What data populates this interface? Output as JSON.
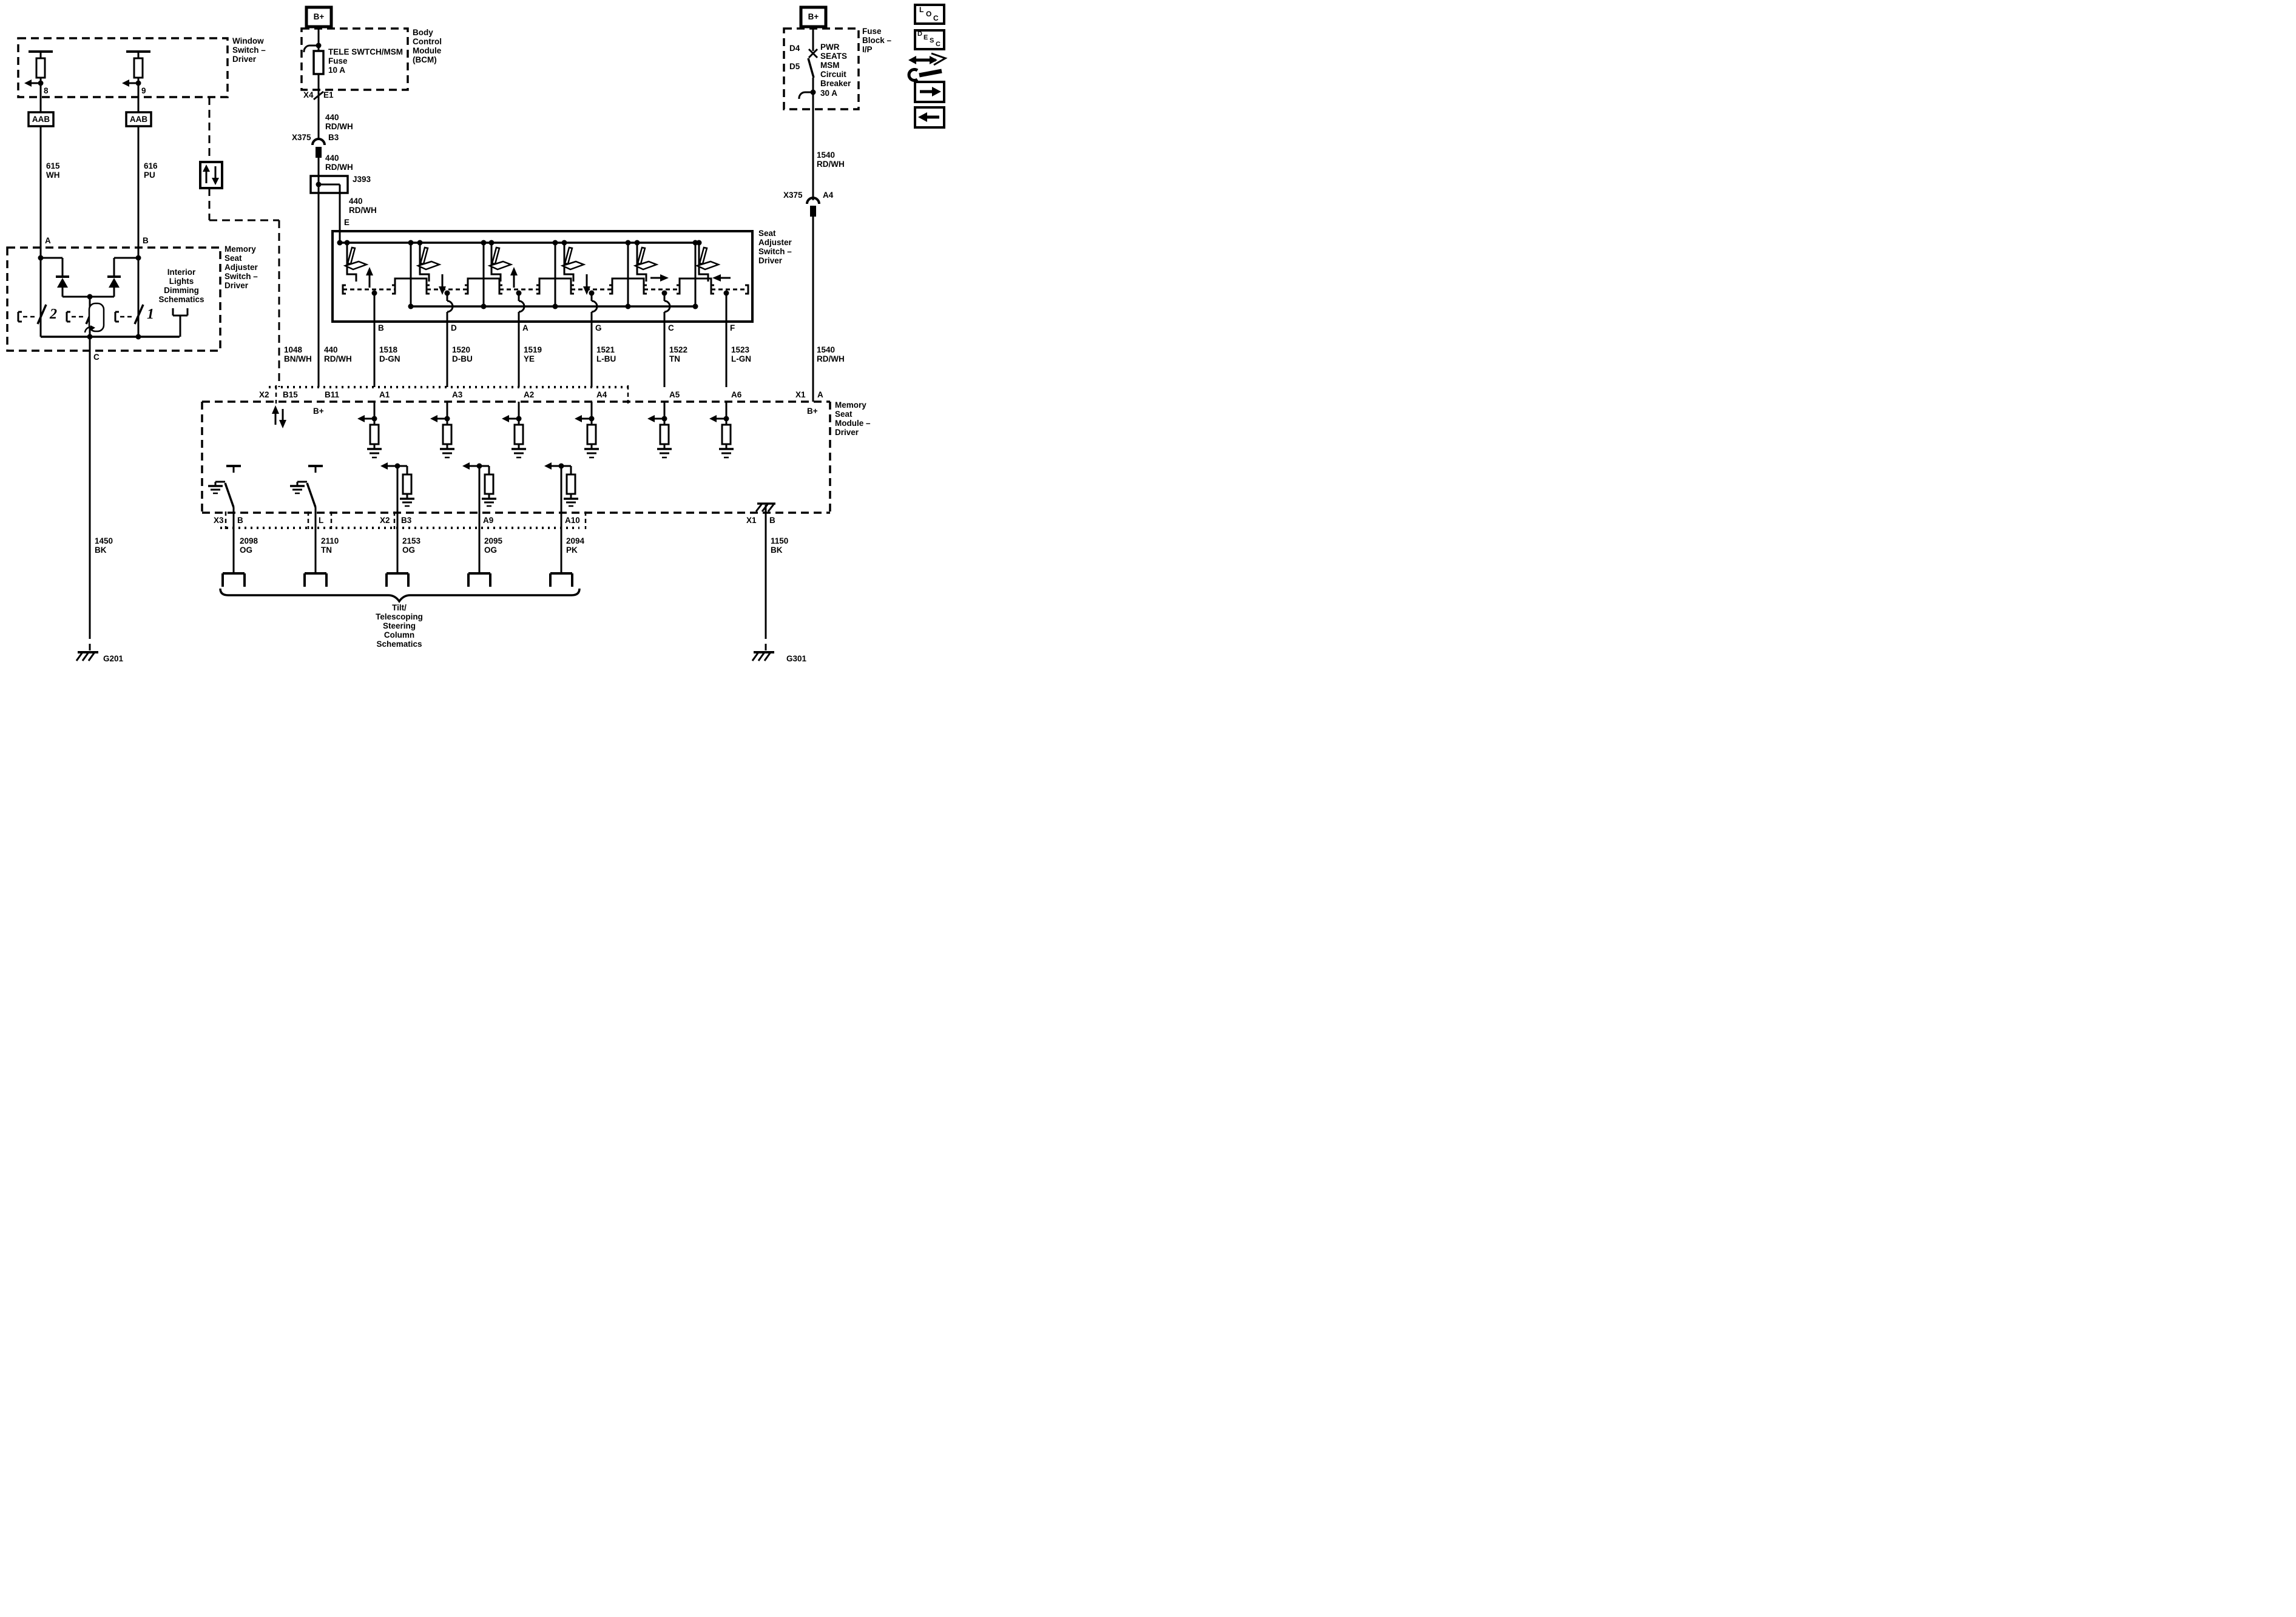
{
  "window_switch": {
    "label": "Window\nSwitch –\nDriver",
    "pin8": "8",
    "pin9": "9",
    "conn_left": "AAB",
    "conn_right": "AAB",
    "wire_left": "615\nWH",
    "wire_right": "616\nPU",
    "pin_a": "A",
    "pin_b": "B"
  },
  "memory_switch": {
    "label": "Memory\nSeat\nAdjuster\nSwitch –\nDriver",
    "note": "Interior\nLights\nDimming\nSchematics",
    "pos2": "2",
    "pos1": "1",
    "pin_c": "C",
    "ground_wire": "1450\nBK",
    "ground": "G201"
  },
  "bcm": {
    "bplus": "B+",
    "label": "Body\nControl\nModule\n(BCM)",
    "fuse": "TELE SWTCH/MSM\nFuse\n10 A",
    "x4": "X4",
    "e1": "E1",
    "wire1": "440\nRD/WH",
    "x375": "X375",
    "b3": "B3",
    "wire2": "440\nRD/WH",
    "j393": "J393",
    "wire3": "440\nRD/WH",
    "pin_e": "E"
  },
  "fuse_block": {
    "bplus": "B+",
    "label": "Fuse\nBlock –\nI/P",
    "d4": "D4",
    "d5": "D5",
    "breaker": "PWR\nSEATS\nMSM\nCircuit\nBreaker\n30 A",
    "wire_top": "1540\nRD/WH",
    "x375": "X375",
    "a4": "A4",
    "wire_bottom": "1540\nRD/WH"
  },
  "seat_switch": {
    "label": "Seat\nAdjuster\nSwitch –\nDriver",
    "pins": [
      "B",
      "D",
      "A",
      "G",
      "C",
      "F"
    ]
  },
  "wire_row": [
    "1048\nBN/WH",
    "440\nRD/WH",
    "1518\nD-GN",
    "1520\nD-BU",
    "1519\nYE",
    "1521\nL-BU",
    "1522\nTN",
    "1523\nL-GN"
  ],
  "msm": {
    "label": "Memory\nSeat\nModule –\nDriver",
    "x2": "X2",
    "top_pins": [
      "B15",
      "B11",
      "A1",
      "A3",
      "A2",
      "A4",
      "A5",
      "A6"
    ],
    "x1": "X1",
    "pin_a": "A",
    "bplus_b11": "B+",
    "bplus_a": "B+",
    "x3": "X3",
    "pin_b": "B",
    "pin_l": "L",
    "x2b": "X2",
    "bottom_pins": [
      "B3",
      "A9",
      "A10"
    ],
    "x1b": "X1",
    "pin_bb": "B"
  },
  "bottom": {
    "wires": [
      "2098\nOG",
      "2110\nTN",
      "2153\nOG",
      "2095\nOG",
      "2094\nPK"
    ],
    "note": "Tilt/\nTelescoping\nSteering\nColumn\nSchematics",
    "ground_wire": "1150\nBK",
    "ground": "G301"
  },
  "icons": {
    "loc": [
      "L",
      "O",
      "C"
    ],
    "desc": [
      "D",
      "E",
      "S",
      "C"
    ]
  }
}
